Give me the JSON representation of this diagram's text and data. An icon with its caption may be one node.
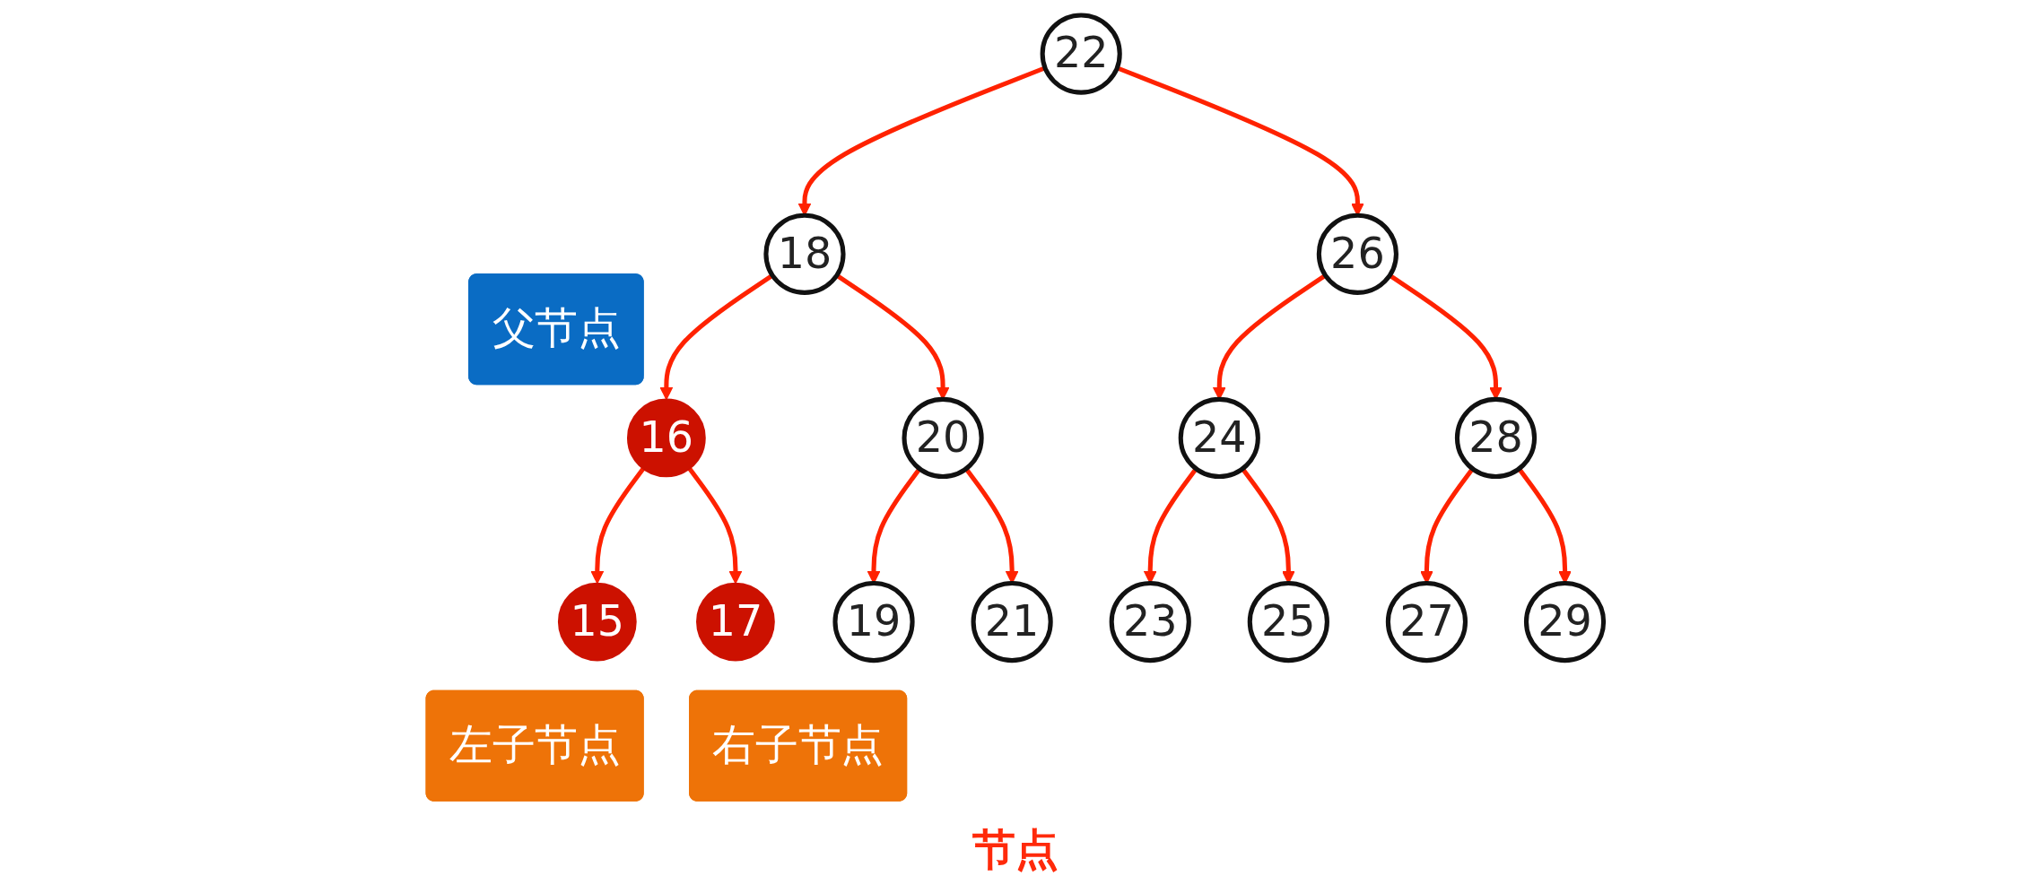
{
  "diagram": {
    "caption": "节点",
    "nodes": [
      {
        "text": [
          "22"
        ]
      },
      {
        "text": [
          "18"
        ]
      },
      {
        "text": [
          "26"
        ]
      },
      {
        "text": [
          "父节点"
        ]
      },
      {
        "text": [
          "16"
        ]
      },
      {
        "text": [
          "20"
        ]
      },
      {
        "text": [
          "24"
        ]
      },
      {
        "text": [
          "28"
        ]
      },
      {
        "text": [
          "15"
        ]
      },
      {
        "text": [
          "17"
        ]
      },
      {
        "text": [
          "19"
        ]
      },
      {
        "text": [
          "21"
        ]
      },
      {
        "text": [
          "23"
        ]
      },
      {
        "text": [
          "25"
        ]
      },
      {
        "text": [
          "27"
        ]
      },
      {
        "text": [
          "29"
        ]
      },
      {
        "text": [
          "左子节点"
        ]
      },
      {
        "text": [
          "右子节点"
        ]
      }
    ],
    "edges": [
      {
        "from": 0,
        "to": 1,
        "arrow": "to"
      },
      {
        "from": 0,
        "to": 2,
        "arrow": "to"
      },
      {
        "from": 1,
        "to": 4,
        "arrow": "to"
      },
      {
        "from": 1,
        "to": 5,
        "arrow": "to"
      },
      {
        "from": 2,
        "to": 6,
        "arrow": "to"
      },
      {
        "from": 2,
        "to": 7,
        "arrow": "to"
      },
      {
        "from": 4,
        "to": 8,
        "arrow": "to"
      },
      {
        "from": 4,
        "to": 9,
        "arrow": "to"
      },
      {
        "from": 5,
        "to": 10,
        "arrow": "to"
      },
      {
        "from": 5,
        "to": 11,
        "arrow": "to"
      },
      {
        "from": 6,
        "to": 12,
        "arrow": "to"
      },
      {
        "from": 6,
        "to": 13,
        "arrow": "to"
      },
      {
        "from": 7,
        "to": 14,
        "arrow": "to"
      },
      {
        "from": 7,
        "to": 15,
        "arrow": "to"
      }
    ]
  }
}
